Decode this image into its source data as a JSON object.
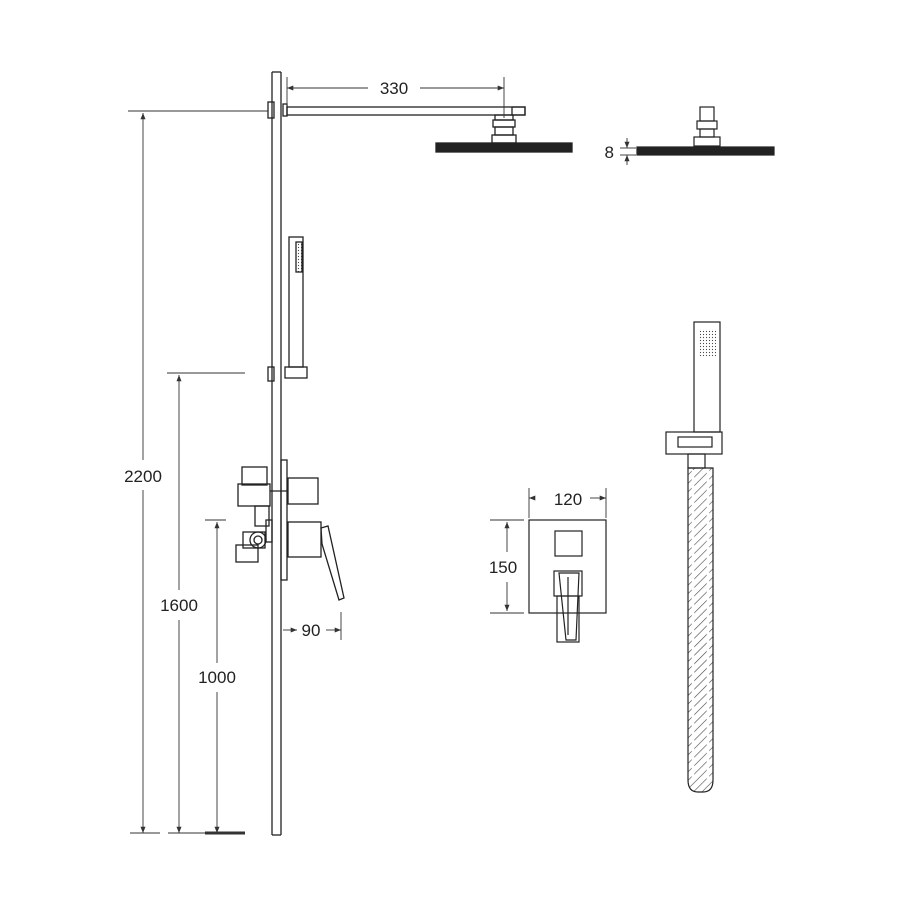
{
  "dimensions": {
    "arm_length": "330",
    "head_thickness": "8",
    "total_height": "2200",
    "hand_holder_height": "1600",
    "mixer_height": "1000",
    "handle_projection": "90",
    "plate_width": "120",
    "plate_height": "150"
  },
  "colors": {
    "line": "#222222",
    "dimension_line": "#333333",
    "background": "#ffffff"
  }
}
